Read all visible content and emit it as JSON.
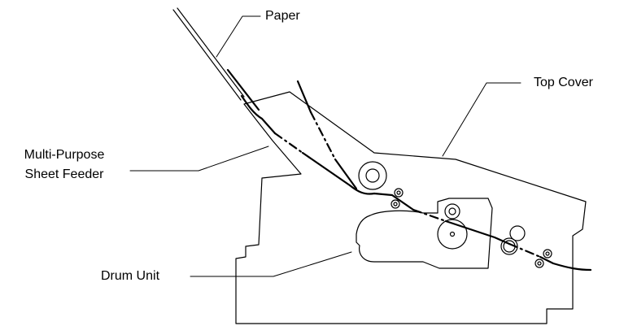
{
  "labels": {
    "paper": "Paper",
    "top_cover": "Top Cover",
    "mp_feeder_line1": "Multi-Purpose",
    "mp_feeder_line2": "Sheet Feeder",
    "drum_unit": "Drum Unit"
  },
  "colors": {
    "stroke": "#000000",
    "background": "#ffffff"
  }
}
